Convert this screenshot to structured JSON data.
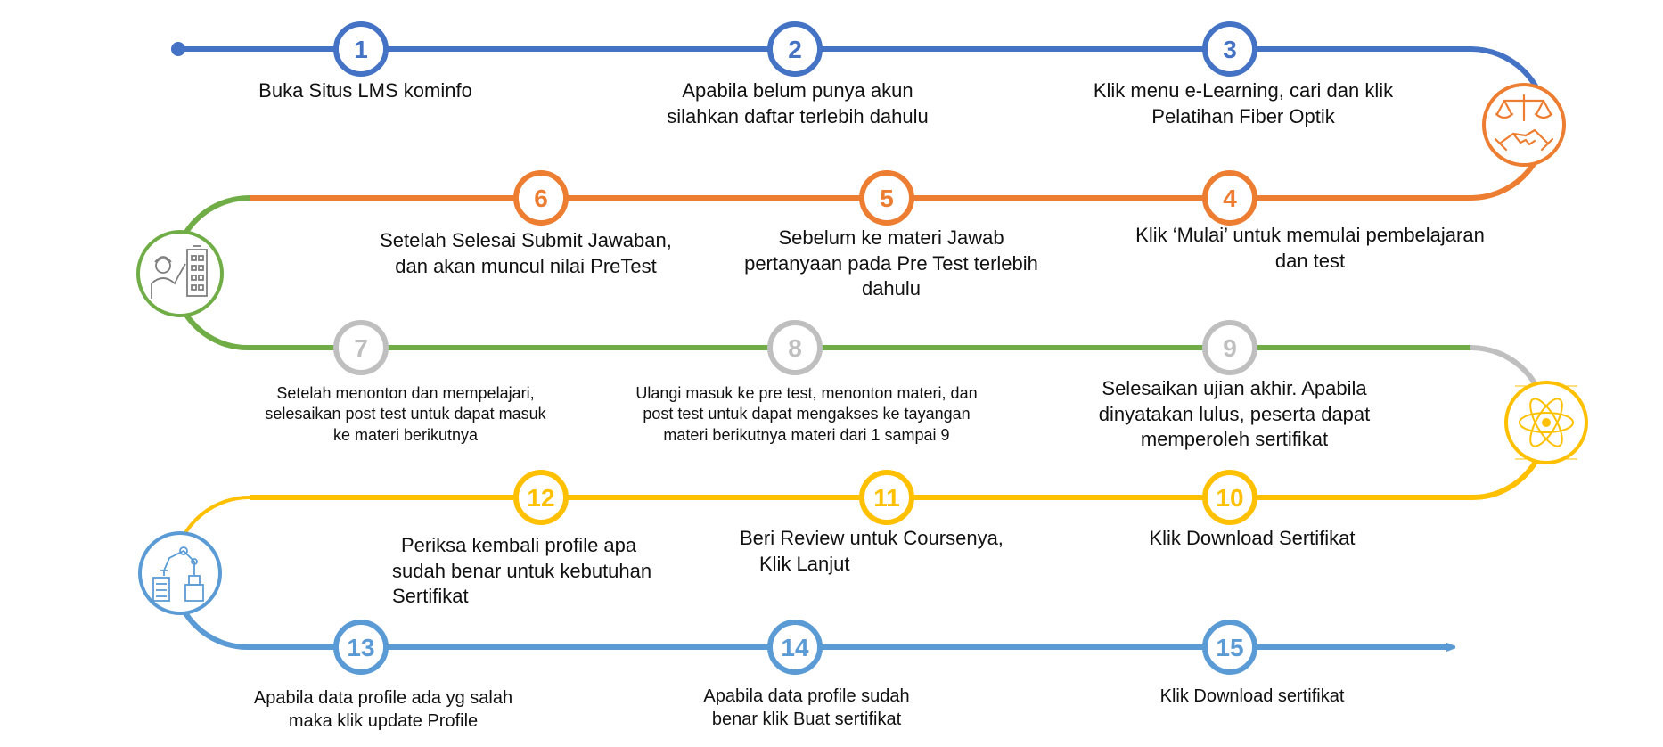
{
  "colors": {
    "blue": "#4472C4",
    "orange": "#ED7D31",
    "green": "#70AD47",
    "gray": "#BFBFBF",
    "yellow": "#FFC000",
    "lightblue": "#5B9BD5"
  },
  "steps": [
    {
      "num": "1",
      "text": [
        "Buka Situs LMS kominfo"
      ]
    },
    {
      "num": "2",
      "text": [
        "Apabila belum punya akun",
        "silahkan daftar terlebih dahulu"
      ]
    },
    {
      "num": "3",
      "text": [
        "Klik menu e-Learning, cari dan klik",
        "Pelatihan Fiber Optik"
      ]
    },
    {
      "num": "4",
      "text": [
        "Klik ‘Mulai’ untuk memulai pembelajaran",
        "dan test"
      ]
    },
    {
      "num": "5",
      "text": [
        "Sebelum ke materi Jawab",
        "pertanyaan pada Pre Test terlebih",
        "dahulu"
      ]
    },
    {
      "num": "6",
      "text": [
        "Setelah Selesai Submit Jawaban,",
        "dan akan muncul nilai PreTest"
      ]
    },
    {
      "num": "7",
      "text": [
        "Setelah menonton dan mempelajari,",
        "selesaikan post test untuk dapat masuk",
        "ke materi berikutnya"
      ]
    },
    {
      "num": "8",
      "text": [
        "Ulangi masuk ke pre test, menonton materi, dan",
        "post test untuk dapat mengakses ke tayangan",
        "materi berikutnya materi dari 1 sampai 9"
      ]
    },
    {
      "num": "9",
      "text": [
        "Selesaikan ujian akhir. Apabila",
        "dinyatakan  lulus, peserta dapat",
        "memperoleh sertifikat"
      ]
    },
    {
      "num": "10",
      "text": [
        "Klik Download Sertifikat"
      ]
    },
    {
      "num": "11",
      "text": [
        "Beri Review untuk Coursenya,",
        "Klik Lanjut"
      ]
    },
    {
      "num": "12",
      "text": [
        "Periksa kembali profile apa",
        "sudah benar untuk kebutuhan",
        "Sertifikat"
      ]
    },
    {
      "num": "13",
      "text": [
        "Apabila data profile ada yg salah",
        "maka klik update Profile"
      ]
    },
    {
      "num": "14",
      "text": [
        "Apabila data profile sudah",
        "benar klik Buat sertifikat"
      ]
    },
    {
      "num": "15",
      "text": [
        "Klik Download sertifikat"
      ]
    }
  ],
  "icons": [
    {
      "name": "justice-handshake-icon"
    },
    {
      "name": "engineer-building-icon"
    },
    {
      "name": "atom-icon"
    },
    {
      "name": "robotic-arm-icon"
    }
  ]
}
